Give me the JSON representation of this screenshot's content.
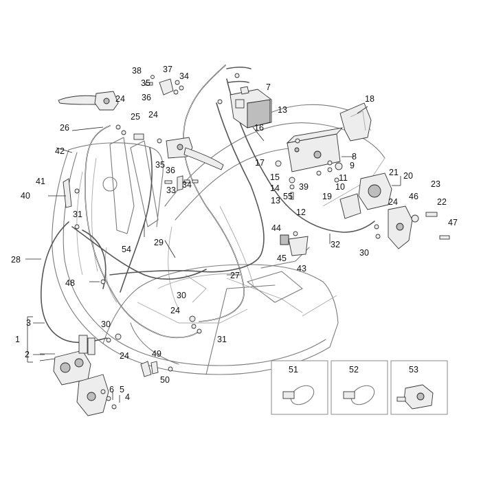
{
  "labels": [
    {
      "id": "c1",
      "text": "1"
    },
    {
      "id": "c2",
      "text": "2"
    },
    {
      "id": "c3",
      "text": "3"
    },
    {
      "id": "c4",
      "text": "4"
    },
    {
      "id": "c5",
      "text": "5"
    },
    {
      "id": "c6",
      "text": "6"
    },
    {
      "id": "c7",
      "text": "7"
    },
    {
      "id": "c8",
      "text": "8"
    },
    {
      "id": "c9",
      "text": "9"
    },
    {
      "id": "c10",
      "text": "10"
    },
    {
      "id": "c11",
      "text": "11"
    },
    {
      "id": "c12",
      "text": "12"
    },
    {
      "id": "c13a",
      "text": "13"
    },
    {
      "id": "c13b",
      "text": "13"
    },
    {
      "id": "c14",
      "text": "14"
    },
    {
      "id": "c15",
      "text": "15"
    },
    {
      "id": "c16",
      "text": "16"
    },
    {
      "id": "c17",
      "text": "17"
    },
    {
      "id": "c18",
      "text": "18"
    },
    {
      "id": "c19",
      "text": "19"
    },
    {
      "id": "c20",
      "text": "20"
    },
    {
      "id": "c21",
      "text": "21"
    },
    {
      "id": "c22",
      "text": "22"
    },
    {
      "id": "c23",
      "text": "23"
    },
    {
      "id": "c24a",
      "text": "24"
    },
    {
      "id": "c24b",
      "text": "24"
    },
    {
      "id": "c24c",
      "text": "24"
    },
    {
      "id": "c24d",
      "text": "24"
    },
    {
      "id": "c24e",
      "text": "24"
    },
    {
      "id": "c25",
      "text": "25"
    },
    {
      "id": "c26",
      "text": "26"
    },
    {
      "id": "c27",
      "text": "27"
    },
    {
      "id": "c28",
      "text": "28"
    },
    {
      "id": "c29",
      "text": "29"
    },
    {
      "id": "c30a",
      "text": "30"
    },
    {
      "id": "c30b",
      "text": "30"
    },
    {
      "id": "c30c",
      "text": "30"
    },
    {
      "id": "c31a",
      "text": "31"
    },
    {
      "id": "c31b",
      "text": "31"
    },
    {
      "id": "c32",
      "text": "32"
    },
    {
      "id": "c33",
      "text": "33"
    },
    {
      "id": "c34a",
      "text": "34"
    },
    {
      "id": "c34b",
      "text": "34"
    },
    {
      "id": "c35a",
      "text": "35"
    },
    {
      "id": "c35b",
      "text": "35"
    },
    {
      "id": "c36a",
      "text": "36"
    },
    {
      "id": "c36b",
      "text": "36"
    },
    {
      "id": "c37",
      "text": "37"
    },
    {
      "id": "c38",
      "text": "38"
    },
    {
      "id": "c39",
      "text": "39"
    },
    {
      "id": "c40",
      "text": "40"
    },
    {
      "id": "c41",
      "text": "41"
    },
    {
      "id": "c42",
      "text": "42"
    },
    {
      "id": "c43",
      "text": "43"
    },
    {
      "id": "c44",
      "text": "44"
    },
    {
      "id": "c45",
      "text": "45"
    },
    {
      "id": "c46",
      "text": "46"
    },
    {
      "id": "c47",
      "text": "47"
    },
    {
      "id": "c48",
      "text": "48"
    },
    {
      "id": "c49",
      "text": "49"
    },
    {
      "id": "c50",
      "text": "50"
    },
    {
      "id": "c51",
      "text": "51"
    },
    {
      "id": "c52",
      "text": "52"
    },
    {
      "id": "c53",
      "text": "53"
    },
    {
      "id": "c54",
      "text": "54"
    },
    {
      "id": "c55",
      "text": "55"
    }
  ]
}
